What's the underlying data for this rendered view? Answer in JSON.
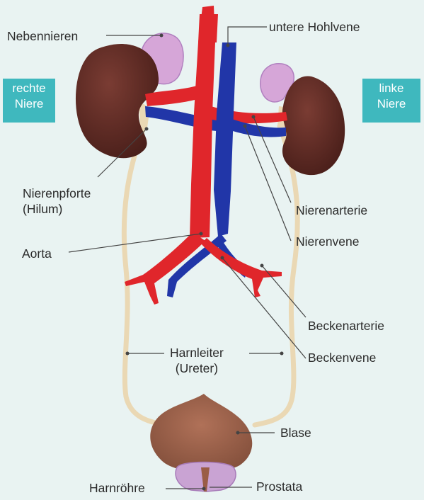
{
  "badges": {
    "right_kidney": [
      "rechte",
      "Niere"
    ],
    "left_kidney": [
      "linke",
      "Niere"
    ]
  },
  "labels": {
    "adrenal": "Nebennieren",
    "ivc": "untere Hohlvene",
    "hilum": [
      "Nierenpforte",
      "(Hilum)"
    ],
    "renal_artery": "Nierenarterie",
    "renal_vein": "Nierenvene",
    "aorta": "Aorta",
    "iliac_artery": "Beckenarterie",
    "iliac_vein": "Beckenvene",
    "ureter": [
      "Harnleiter",
      "(Ureter)"
    ],
    "bladder": "Blase",
    "urethra": "Harnröhre",
    "prostate": "Prostata"
  },
  "colors": {
    "background": "#e9f3f2",
    "badge": "#3fb8be",
    "artery": "#e0262b",
    "vein": "#2136a8",
    "kidney": "#5a2a24",
    "adrenal": "#d6a6d8",
    "ureter": "#ead8b4",
    "bladder": "#9a5d46",
    "prostate": "#c9a3d3"
  }
}
